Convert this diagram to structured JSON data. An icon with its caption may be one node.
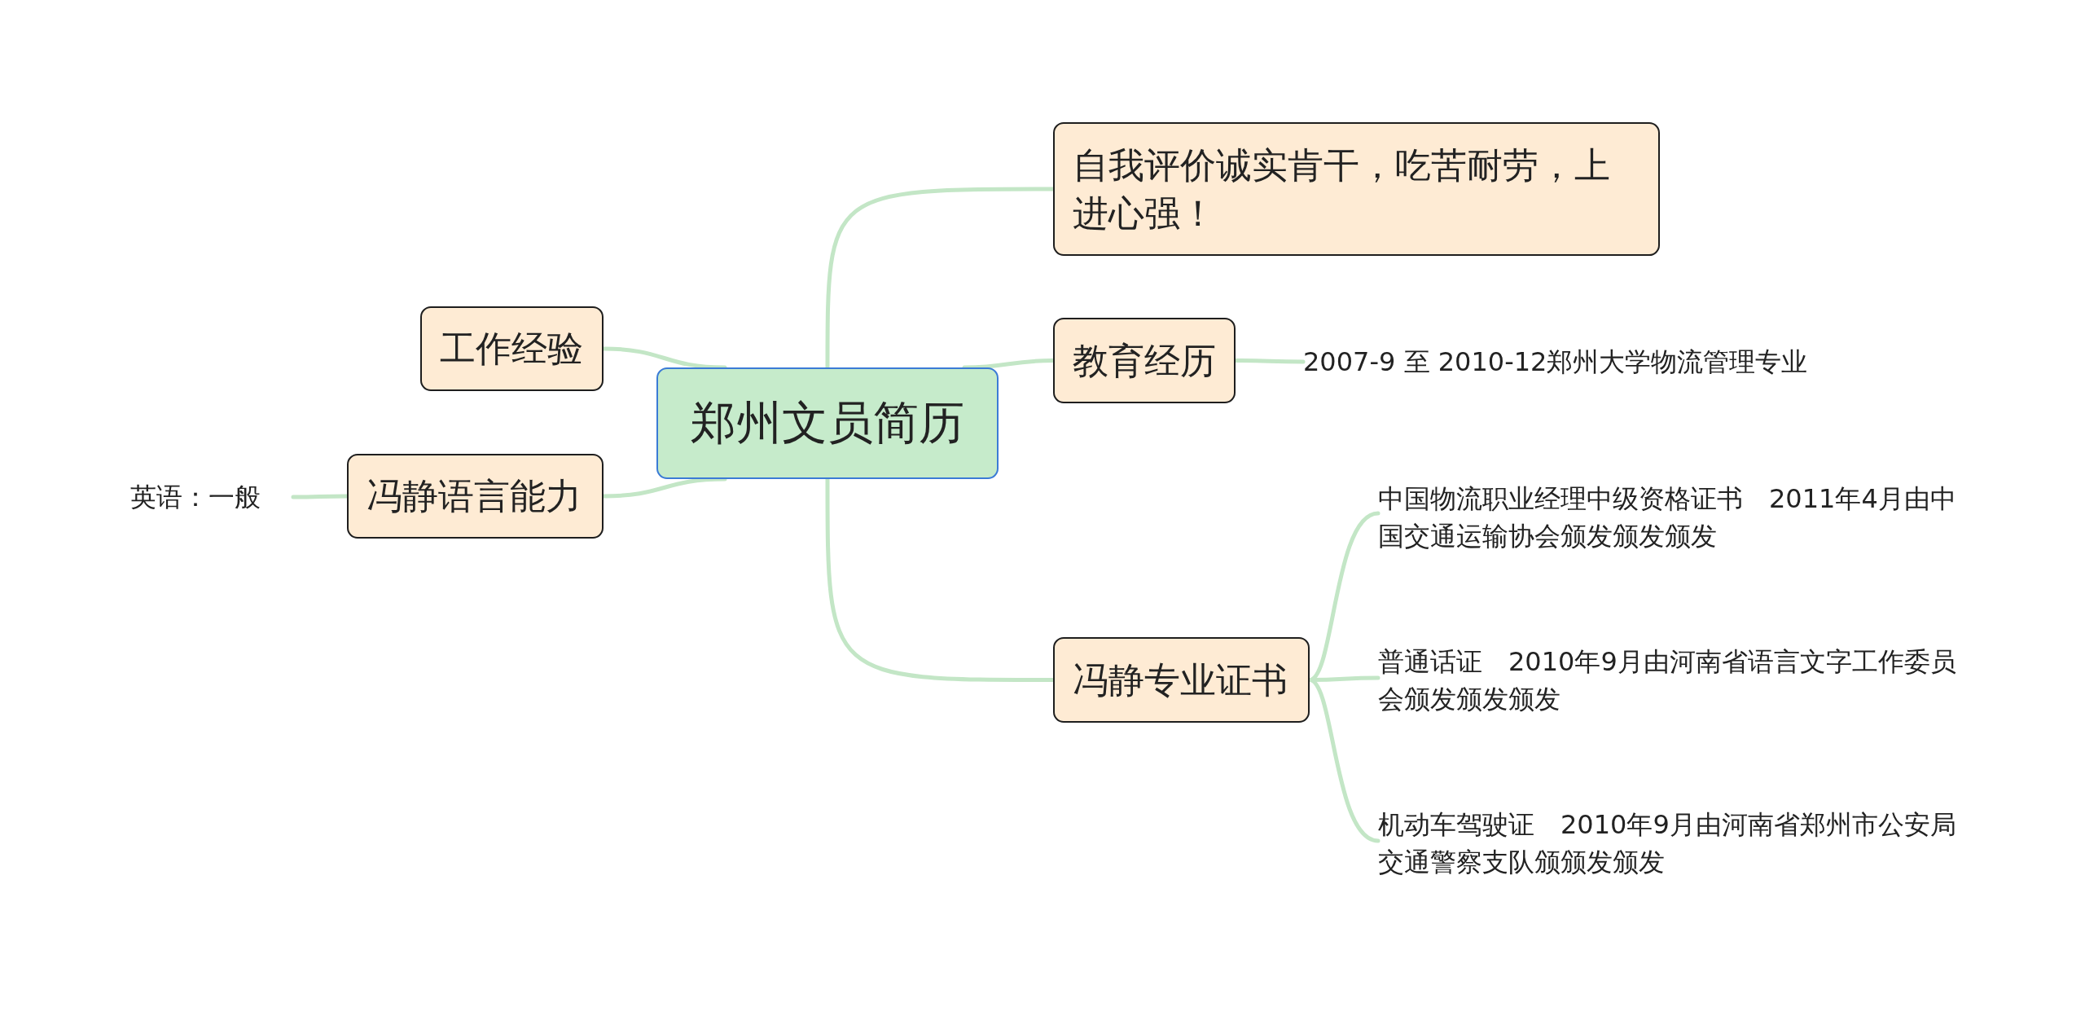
{
  "diagram": {
    "nodes": [
      {
        "text": [
          "郑州文员简历"
        ]
      },
      {
        "text": [
          "自我评价诚实肯干，吃苦耐劳，上进心强！"
        ]
      },
      {
        "text": [
          "教育经历"
        ]
      },
      {
        "text": [
          "2007-9 至 2010-12郑州大学物流管理专业"
        ]
      },
      {
        "text": [
          "冯静专业证书"
        ]
      },
      {
        "text": [
          "中国物流职业经理中级资格证书　2011年4月由中国交通运输协会颁发颁发颁发"
        ]
      },
      {
        "text": [
          "普通话证　2010年9月由河南省语言文字工作委员会颁发颁发颁发"
        ]
      },
      {
        "text": [
          "机动车驾驶证　2010年9月由河南省郑州市公安局交通警察支队颁颁发颁发"
        ]
      },
      {
        "text": [
          "工作经验"
        ]
      },
      {
        "text": [
          "冯静语言能力"
        ]
      },
      {
        "text": [
          "英语：一般"
        ]
      }
    ],
    "edges": [
      {
        "from": 0,
        "to": 1,
        "arrow": "none"
      },
      {
        "from": 0,
        "to": 2,
        "arrow": "none"
      },
      {
        "from": 0,
        "to": 4,
        "arrow": "none"
      },
      {
        "from": 2,
        "to": 3,
        "arrow": "none"
      },
      {
        "from": 4,
        "to": 5,
        "arrow": "none"
      },
      {
        "from": 4,
        "to": 6,
        "arrow": "none"
      },
      {
        "from": 4,
        "to": 7,
        "arrow": "none"
      },
      {
        "from": 0,
        "to": 8,
        "arrow": "none"
      },
      {
        "from": 0,
        "to": 9,
        "arrow": "none"
      },
      {
        "from": 9,
        "to": 10,
        "arrow": "none"
      }
    ]
  }
}
